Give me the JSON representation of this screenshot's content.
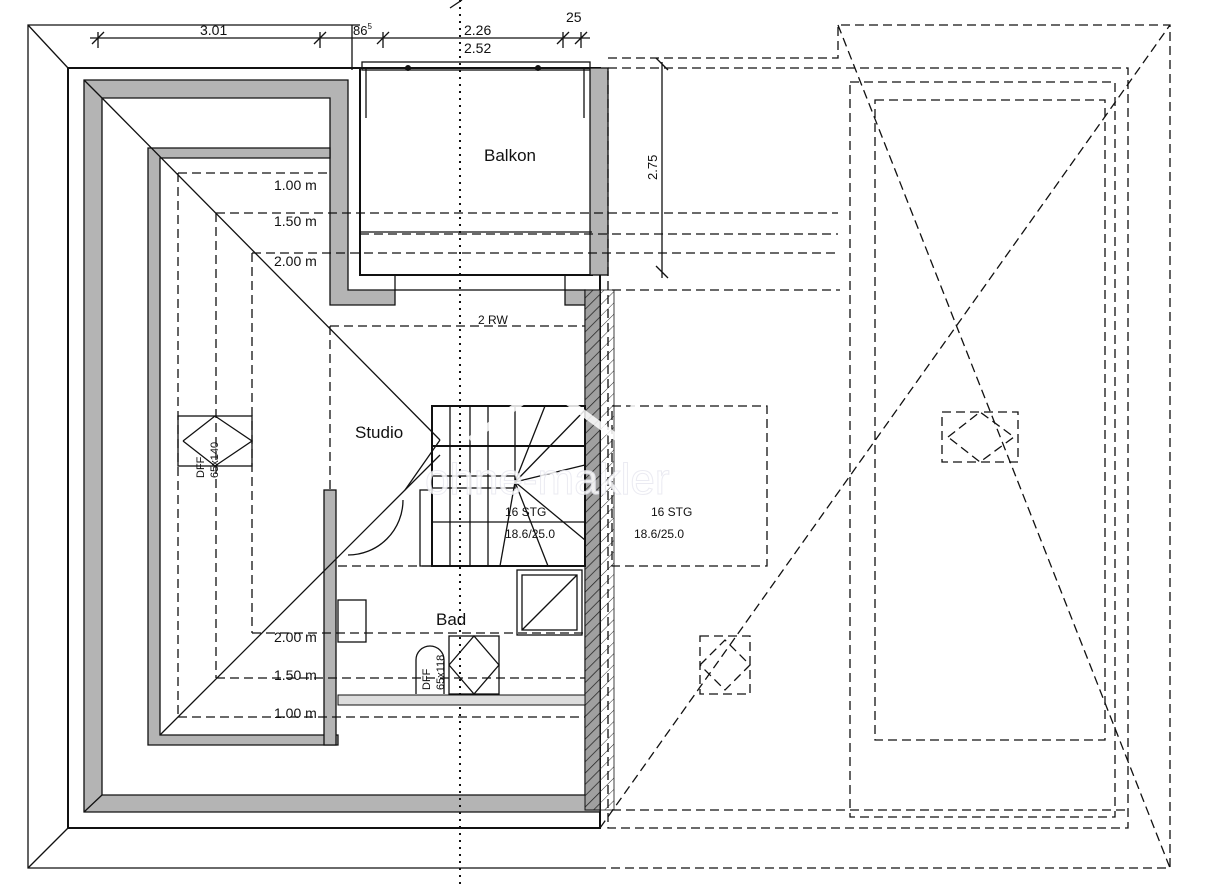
{
  "plan": {
    "dimensions": {
      "top_left": "3.01",
      "top_mid_base": "86",
      "top_mid_sup": "5",
      "balcony_width_inner": "2.26",
      "balcony_width_outer": "2.52",
      "top_right": "25",
      "balcony_depth": "2.75"
    },
    "rooms": {
      "balcony": "Balkon",
      "studio": "Studio",
      "bath": "Bad"
    },
    "height_lines_top": [
      "1.00 m",
      "1.50 m",
      "2.00 m"
    ],
    "height_lines_bottom": [
      "2.00 m",
      "1.50 m",
      "1.00 m"
    ],
    "rw_label": "2 RW",
    "stairs": {
      "left_steps": "16 STG",
      "left_ratio": "18.6/25.0",
      "right_steps": "16 STG",
      "right_ratio": "18.6/25.0"
    },
    "skylights": {
      "studio_type": "DFF",
      "studio_size": "65x140",
      "bath_type": "DFF",
      "bath_size": "65x118"
    },
    "watermark": "ohne-makler"
  }
}
